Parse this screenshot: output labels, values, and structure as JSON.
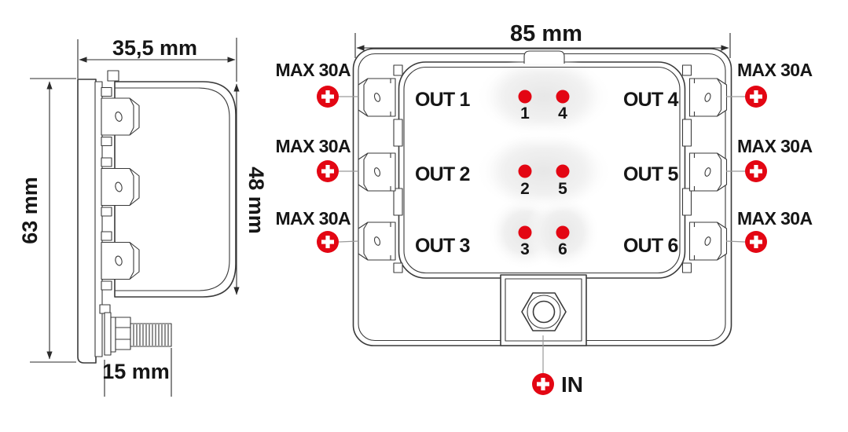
{
  "side_view": {
    "width_label": "35,5 mm",
    "height_label": "63 mm",
    "cover_height_label": "48 mm",
    "stud_length_label": "15 mm"
  },
  "front_view": {
    "width_label": "85 mm",
    "outputs_left": [
      "OUT 1",
      "OUT 2",
      "OUT 3"
    ],
    "outputs_right": [
      "OUT 4",
      "OUT 5",
      "OUT 6"
    ],
    "max_current_left": [
      "MAX 30A",
      "MAX 30A",
      "MAX 30A"
    ],
    "max_current_right": [
      "MAX 30A",
      "MAX 30A",
      "MAX 30A"
    ],
    "fuse_numbers_left": [
      "1",
      "2",
      "3"
    ],
    "fuse_numbers_right": [
      "4",
      "5",
      "6"
    ],
    "input_label": "IN"
  },
  "icons": {
    "positive_terminal": "plus-icon",
    "fuse_indicator": "dot-icon"
  },
  "colors": {
    "accent_red": "#e30613",
    "line": "#3a3a3a",
    "text": "#161616",
    "connector_gray": "#9a9a9a",
    "shade_gray": "#e9e9e9"
  }
}
